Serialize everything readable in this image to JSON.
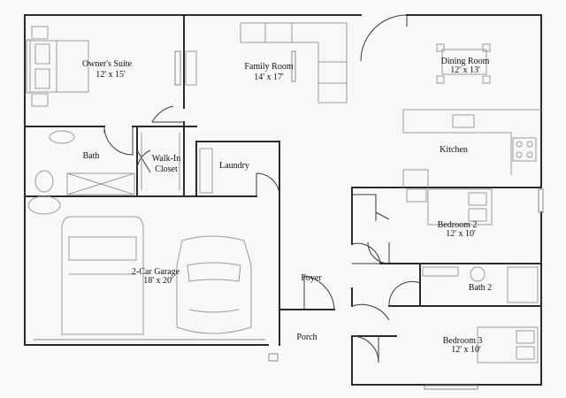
{
  "rooms": {
    "owners_suite": {
      "name": "Owner's Suite",
      "size": "12' x 15'"
    },
    "family_room": {
      "name": "Family Room",
      "size": "14' x 17'"
    },
    "dining_room": {
      "name": "Dining Room",
      "size": "12' x 13'"
    },
    "kitchen": {
      "name": "Kitchen"
    },
    "bath": {
      "name": "Bath"
    },
    "walk_in_closet": {
      "name_line1": "Walk-In",
      "name_line2": "Closet"
    },
    "laundry": {
      "name": "Laundry"
    },
    "bedroom_2": {
      "name": "Bedroom 2",
      "size": "12' x 10'"
    },
    "garage": {
      "name": "2-Car Garage",
      "size": "18' x 20'"
    },
    "foyer": {
      "name": "Foyer"
    },
    "bath_2": {
      "name": "Bath 2"
    },
    "porch": {
      "name": "Porch"
    },
    "bedroom_3": {
      "name": "Bedroom 3",
      "size": "12' x 10'"
    }
  },
  "colors": {
    "wall": "#2a2a2a",
    "fixture": "#9a9a9a",
    "background": "#f8f8f8"
  }
}
